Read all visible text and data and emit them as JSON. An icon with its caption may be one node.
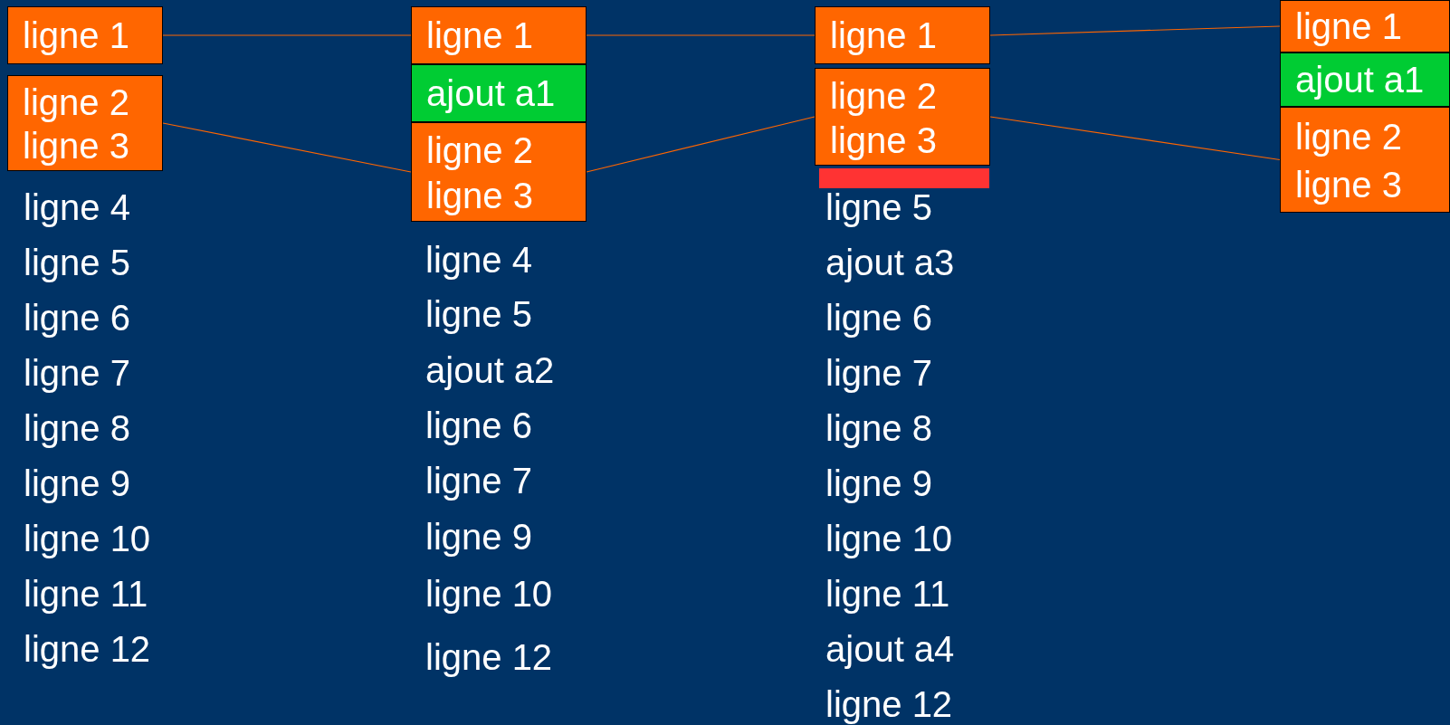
{
  "diagram": {
    "nodes": [
      {
        "text": [
          "ligne 1"
        ]
      },
      {
        "text": [
          "ligne 2",
          "ligne 3"
        ]
      },
      {
        "text": [
          "ligne 1"
        ]
      },
      {
        "text": [
          "ajout a1"
        ]
      },
      {
        "text": [
          "ligne 2",
          "ligne 3"
        ]
      },
      {
        "text": [
          "ligne 1"
        ]
      },
      {
        "text": [
          "ligne 2",
          "ligne 3"
        ]
      },
      {
        "text": [],
        "shape": "bar"
      },
      {
        "text": [
          "ligne 1"
        ]
      },
      {
        "text": [
          "ajout a1"
        ]
      },
      {
        "text": [
          "ligne 2",
          "ligne 3"
        ]
      }
    ],
    "edges": [
      {
        "from": 0,
        "to": 2,
        "arrow": "none"
      },
      {
        "from": 1,
        "to": 4,
        "arrow": "none"
      },
      {
        "from": 2,
        "to": 5,
        "arrow": "none"
      },
      {
        "from": 4,
        "to": 6,
        "arrow": "none"
      },
      {
        "from": 5,
        "to": 8,
        "arrow": "none"
      },
      {
        "from": 6,
        "to": 10,
        "arrow": "none"
      }
    ],
    "labels": [
      "ligne 4",
      "ligne 5",
      "ligne 6",
      "ligne 7",
      "ligne 8",
      "ligne 9",
      "ligne 10",
      "ligne 11",
      "ligne 12",
      "ligne 4",
      "ligne 5",
      "ajout a2",
      "ligne 6",
      "ligne 7",
      "ligne 9",
      "ligne 10",
      "ligne 12",
      "ligne 5",
      "ajout a3",
      "ligne 6",
      "ligne 7",
      "ligne 8",
      "ligne 9",
      "ligne 10",
      "ligne 11",
      "ajout a4",
      "ligne 12"
    ]
  }
}
